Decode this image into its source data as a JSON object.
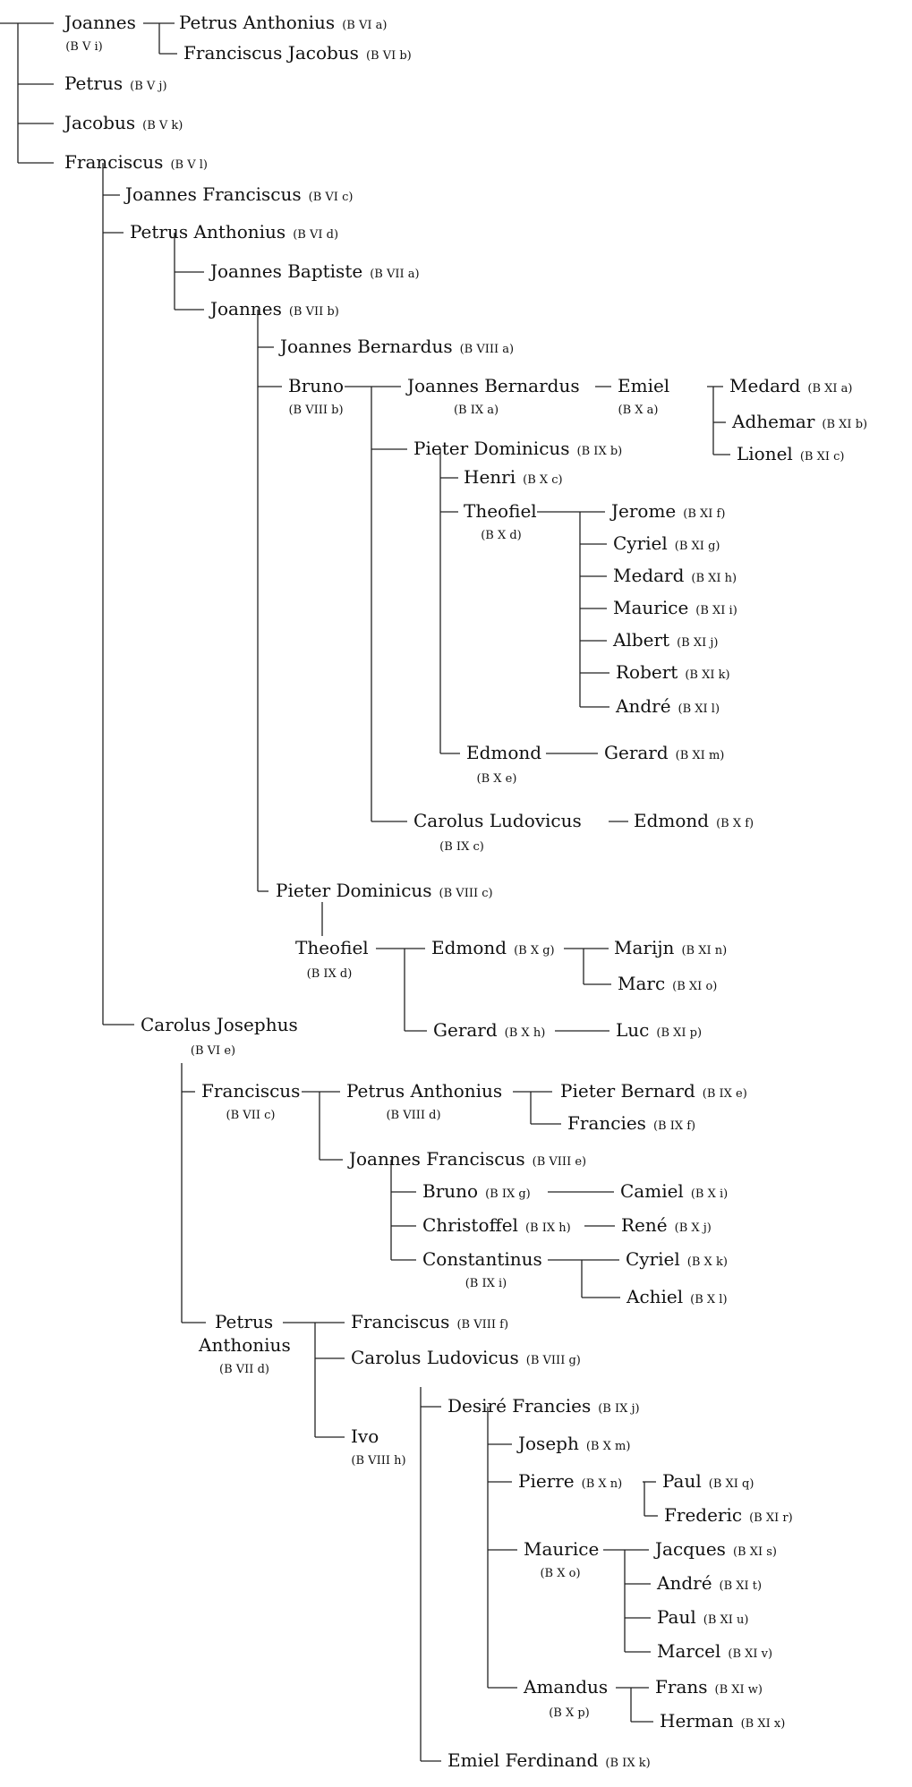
{
  "colors": {
    "ink": "#111111",
    "line": "#222222",
    "background": "#ffffff"
  },
  "people": [
    {
      "id": "p1",
      "name": "Joannes",
      "code": "(B V i)"
    },
    {
      "id": "p2",
      "name": "Petrus Anthonius",
      "code": "(B VI a)"
    },
    {
      "id": "p3",
      "name": "Franciscus Jacobus",
      "code": "(B VI b)"
    },
    {
      "id": "p4",
      "name": "Petrus",
      "code": "(B V j)"
    },
    {
      "id": "p5",
      "name": "Jacobus",
      "code": "(B V k)"
    },
    {
      "id": "p6",
      "name": "Franciscus",
      "code": "(B V l)"
    },
    {
      "id": "p7",
      "name": "Joannes Franciscus",
      "code": "(B VI c)"
    },
    {
      "id": "p8",
      "name": "Petrus Anthonius",
      "code": "(B VI d)"
    },
    {
      "id": "p9",
      "name": "Joannes Baptiste",
      "code": "(B VII a)"
    },
    {
      "id": "p10",
      "name": "Joannes",
      "code": "(B VII b)"
    },
    {
      "id": "p11",
      "name": "Joannes Bernardus",
      "code": "(B VIII a)"
    },
    {
      "id": "p12",
      "name": "Bruno",
      "code": "(B VIII b)"
    },
    {
      "id": "p13",
      "name": "Joannes Bernardus",
      "code": "(B IX a)"
    },
    {
      "id": "p14",
      "name": "Emiel",
      "code": "(B X a)"
    },
    {
      "id": "p15",
      "name": "Medard",
      "code": "(B XI a)"
    },
    {
      "id": "p16",
      "name": "Adhemar",
      "code": "(B XI b)"
    },
    {
      "id": "p17",
      "name": "Lionel",
      "code": "(B XI c)"
    },
    {
      "id": "p18",
      "name": "Pieter Dominicus",
      "code": "(B IX b)"
    },
    {
      "id": "p19",
      "name": "Henri",
      "code": "(B X c)"
    },
    {
      "id": "p20",
      "name": "Theofiel",
      "code": "(B X d)"
    },
    {
      "id": "p21",
      "name": "Jerome",
      "code": "(B XI f)"
    },
    {
      "id": "p22",
      "name": "Cyriel",
      "code": "(B XI g)"
    },
    {
      "id": "p23",
      "name": "Medard",
      "code": "(B XI h)"
    },
    {
      "id": "p24",
      "name": "Maurice",
      "code": "(B XI i)"
    },
    {
      "id": "p25",
      "name": "Albert",
      "code": "(B XI j)"
    },
    {
      "id": "p26",
      "name": "Robert",
      "code": "(B XI k)"
    },
    {
      "id": "p27",
      "name": "André",
      "code": "(B XI l)"
    },
    {
      "id": "p28",
      "name": "Edmond",
      "code": "(B X e)"
    },
    {
      "id": "p29",
      "name": "Gerard",
      "code": "(B XI m)"
    },
    {
      "id": "p30",
      "name": "Carolus Ludovicus",
      "code": "(B IX c)"
    },
    {
      "id": "p31",
      "name": "Edmond",
      "code": "(B X f)"
    },
    {
      "id": "p32",
      "name": "Pieter Dominicus",
      "code": "(B VIII c)"
    },
    {
      "id": "p33",
      "name": "Theofiel",
      "code": "(B IX d)"
    },
    {
      "id": "p34",
      "name": "Edmond",
      "code": "(B X g)"
    },
    {
      "id": "p35",
      "name": "Marijn",
      "code": "(B XI n)"
    },
    {
      "id": "p36",
      "name": "Marc",
      "code": "(B XI o)"
    },
    {
      "id": "p37",
      "name": "Gerard",
      "code": "(B X h)"
    },
    {
      "id": "p38",
      "name": "Luc",
      "code": "(B XI p)"
    },
    {
      "id": "p39",
      "name": "Carolus Josephus",
      "code": "(B VI e)"
    },
    {
      "id": "p40",
      "name": "Franciscus",
      "code": "(B VII c)"
    },
    {
      "id": "p41",
      "name": "Petrus Anthonius",
      "code": "(B VIII d)"
    },
    {
      "id": "p42",
      "name": "Pieter Bernard",
      "code": "(B IX e)"
    },
    {
      "id": "p43",
      "name": "Francies",
      "code": "(B IX f)"
    },
    {
      "id": "p44",
      "name": "Joannes Franciscus",
      "code": "(B VIII e)"
    },
    {
      "id": "p45",
      "name": "Bruno",
      "code": "(B IX g)"
    },
    {
      "id": "p46",
      "name": "Camiel",
      "code": "(B X i)"
    },
    {
      "id": "p47",
      "name": "Christoffel",
      "code": "(B IX h)"
    },
    {
      "id": "p48",
      "name": "René",
      "code": "(B X j)"
    },
    {
      "id": "p49",
      "name": "Constantinus",
      "code": "(B IX i)"
    },
    {
      "id": "p50",
      "name": "Cyriel",
      "code": "(B X k)"
    },
    {
      "id": "p51",
      "name": "Achiel",
      "code": "(B X l)"
    },
    {
      "id": "p52",
      "name": "Petrus",
      "code": ""
    },
    {
      "id": "p52b",
      "name": "Anthonius",
      "code": "(B VII d)"
    },
    {
      "id": "p53",
      "name": "Franciscus",
      "code": "(B VIII f)"
    },
    {
      "id": "p54",
      "name": "Carolus Ludovicus",
      "code": "(B VIII g)"
    },
    {
      "id": "p55",
      "name": "Ivo",
      "code": "(B VIII h)"
    },
    {
      "id": "p56",
      "name": "Desiré Francies",
      "code": "(B IX j)"
    },
    {
      "id": "p57",
      "name": "Joseph",
      "code": "(B X m)"
    },
    {
      "id": "p58",
      "name": "Pierre",
      "code": "(B X n)"
    },
    {
      "id": "p59",
      "name": "Paul",
      "code": "(B XI q)"
    },
    {
      "id": "p60",
      "name": "Frederic",
      "code": "(B XI r)"
    },
    {
      "id": "p61",
      "name": "Maurice",
      "code": "(B X o)"
    },
    {
      "id": "p62",
      "name": "Jacques",
      "code": "(B XI s)"
    },
    {
      "id": "p63",
      "name": "André",
      "code": "(B XI t)"
    },
    {
      "id": "p64",
      "name": "Paul",
      "code": "(B XI u)"
    },
    {
      "id": "p65",
      "name": "Marcel",
      "code": "(B XI v)"
    },
    {
      "id": "p66",
      "name": "Amandus",
      "code": "(B X p)"
    },
    {
      "id": "p67",
      "name": "Frans",
      "code": "(B XI w)"
    },
    {
      "id": "p68",
      "name": "Herman",
      "code": "(B XI x)"
    },
    {
      "id": "p69",
      "name": "Emiel Ferdinand",
      "code": "(B IX k)"
    }
  ]
}
